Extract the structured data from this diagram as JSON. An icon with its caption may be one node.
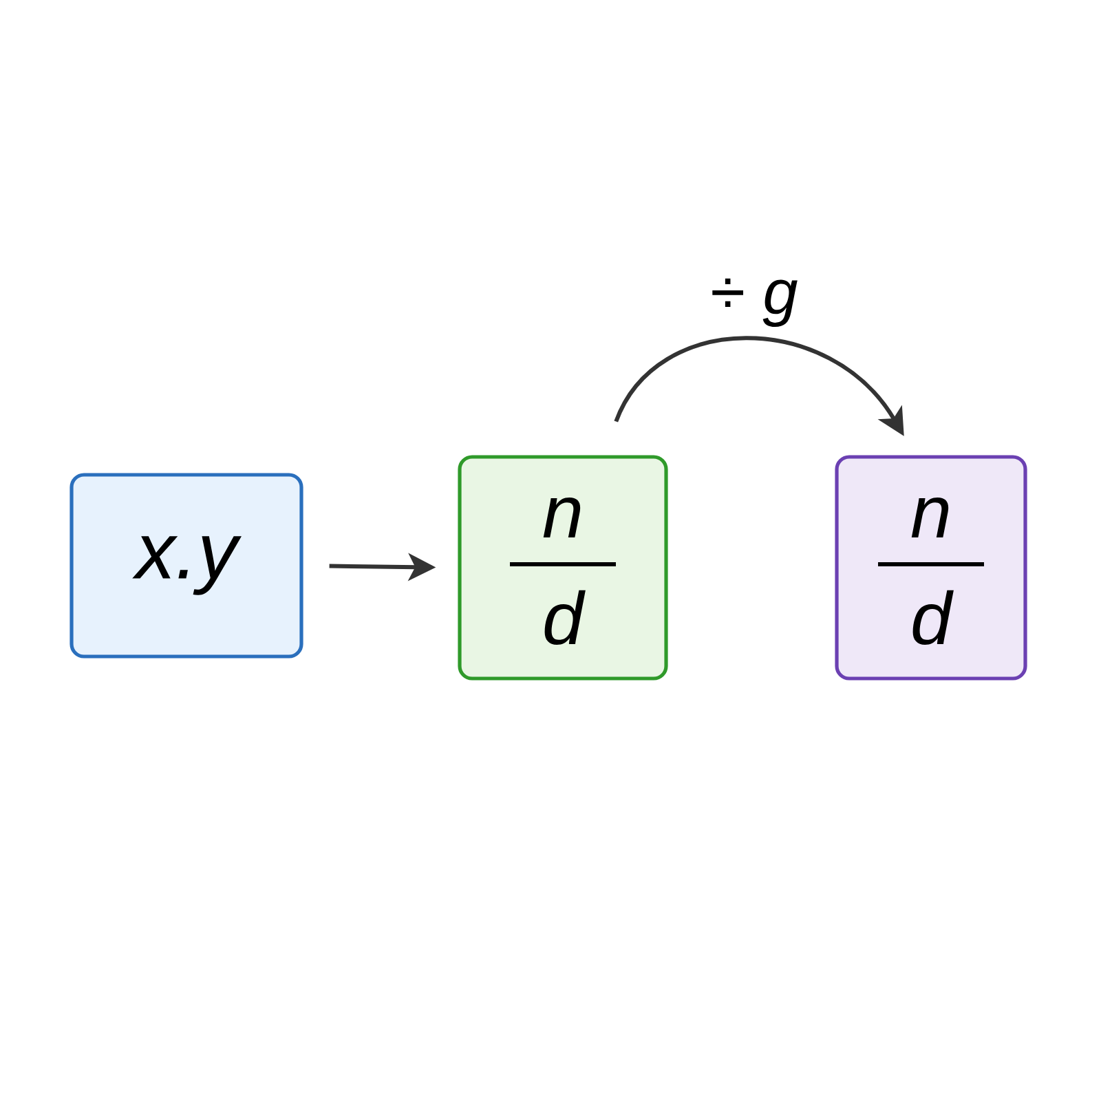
{
  "diagram": {
    "nodes": [
      {
        "text": [
          "x.y"
        ]
      },
      {
        "text": [
          "n",
          "d"
        ]
      },
      {
        "text": [
          "n",
          "d"
        ]
      }
    ],
    "edges": [
      {
        "from": 0,
        "to": 1,
        "arrow": "to"
      },
      {
        "from": 1,
        "to": 2,
        "arrow": "to",
        "label": "÷ *g*"
      }
    ]
  }
}
